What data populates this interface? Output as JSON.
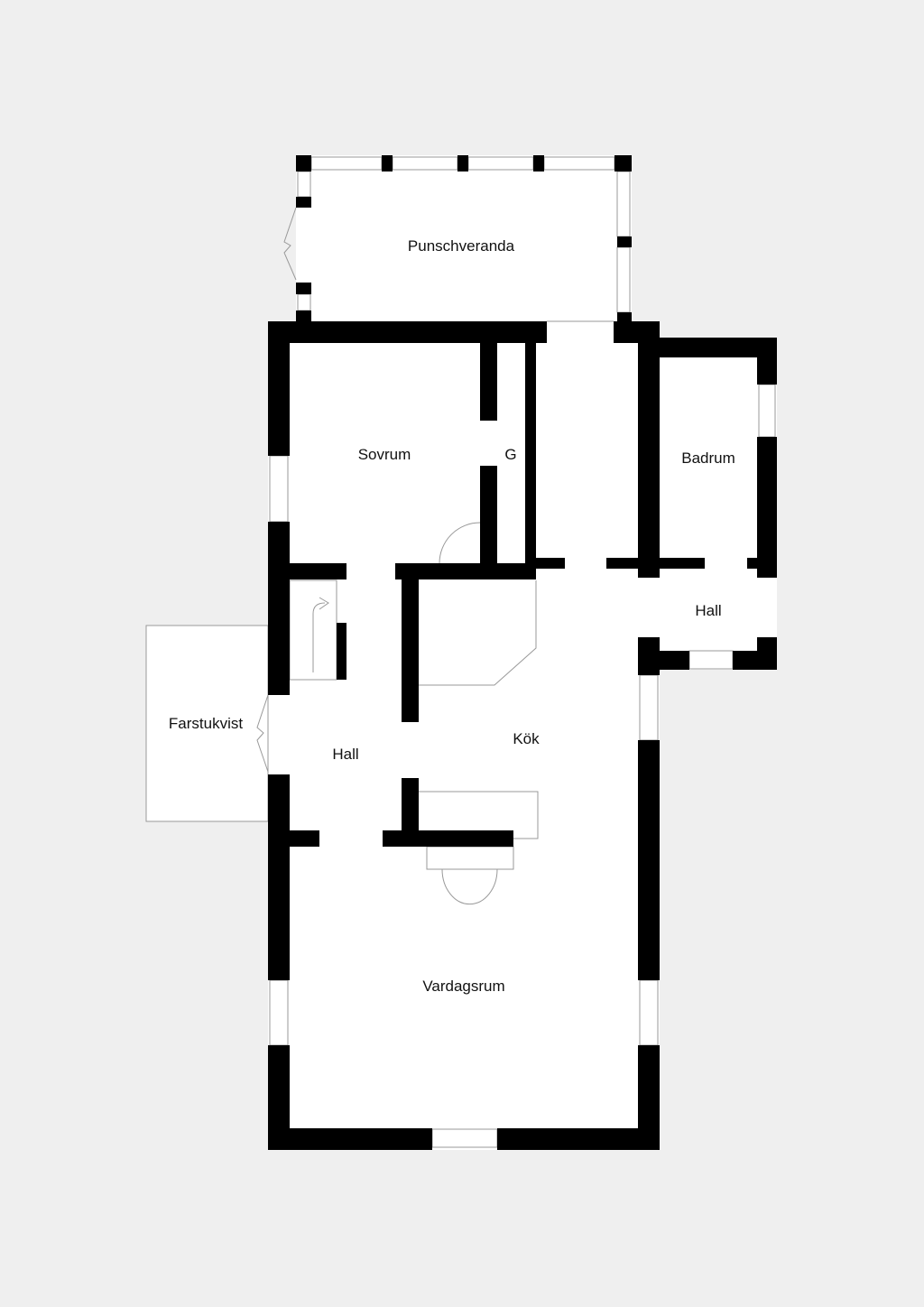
{
  "colors": {
    "background": "#efefef",
    "floor": "#ffffff",
    "wall": "#000000",
    "line": "#999999"
  },
  "rooms": {
    "punschveranda": "Punschveranda",
    "sovrum": "Sovrum",
    "garderob": "G",
    "badrum": "Badrum",
    "hall_east": "Hall",
    "farstukvist": "Farstukvist",
    "hall": "Hall",
    "kok": "Kök",
    "vardagsrum": "Vardagsrum"
  }
}
